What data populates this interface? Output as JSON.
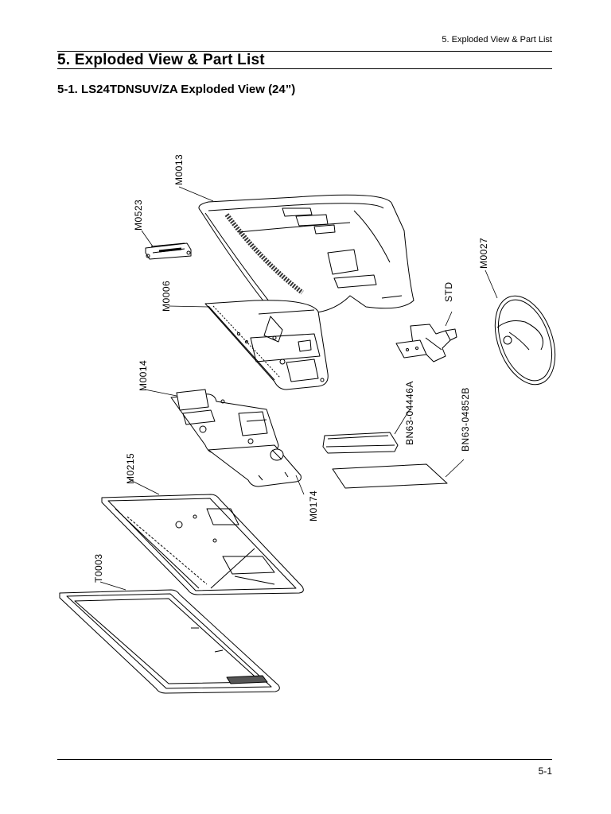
{
  "header": {
    "running_title": "5. Exploded View & Part List"
  },
  "section": {
    "title": "5. Exploded View & Part List",
    "subtitle": "5-1. LS24TDNSUV/ZA Exploded View (24”)"
  },
  "diagram": {
    "callouts": {
      "front_cover": "M0013",
      "bracket": "M0523",
      "main_board": "M0006",
      "power_board": "M0014",
      "panel": "M0215",
      "rear_cover": "T0003",
      "stand_base": "M0027",
      "stand_neck": "STD",
      "label_a": "BN63-04446A",
      "label_b": "BN63-04852B",
      "shield_plate": "M0174"
    }
  },
  "footer": {
    "page_number": "5-1"
  }
}
